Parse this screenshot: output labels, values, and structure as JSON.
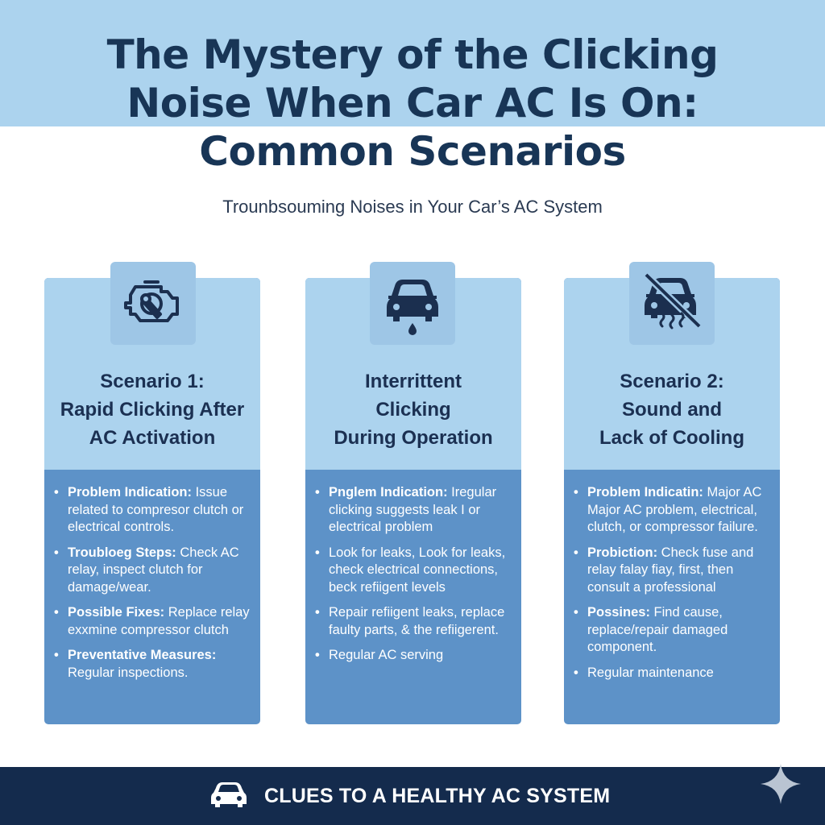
{
  "header": {
    "title_line1": "The Mystery of the Clicking",
    "title_line2": "Noise When Car AC Is On:",
    "title_line3": "Common Scenarios",
    "subtitle": "Trounbsouming Noises in Your Car’s AC System"
  },
  "cards": [
    {
      "icon": "engine-wrench-icon",
      "heading_lines": [
        "Scenario 1:",
        "Rapid Clicking After",
        "AC Activation"
      ],
      "bullets": [
        {
          "label": "Problem Indication:",
          "text": " Issue related to compresor clutch or electrical controls."
        },
        {
          "label": "Troubloeg Steps:",
          "text": " Check AC relay, inspect clutch for damage/wear."
        },
        {
          "label": "Possible Fixes:",
          "text": "  Replace relay exxmine compressor clutch"
        },
        {
          "label": "Preventative Measures:",
          "text": " Regular inspections."
        }
      ]
    },
    {
      "icon": "car-leak-icon",
      "heading_lines": [
        "Interrittent",
        "Clicking",
        "During Operation"
      ],
      "bullets": [
        {
          "label": "Pnglem Indication:",
          "text": " Iregular clicking suggests leak I or electrical problem"
        },
        {
          "label": "",
          "text": "Look for leaks, Look for leaks, check electrical connections, beck refiigent levels"
        },
        {
          "label": "",
          "text": "Repair refiigent leaks, replace faulty parts, & the refiigerent."
        },
        {
          "label": "",
          "text": "Regular AC serving"
        }
      ]
    },
    {
      "icon": "car-no-cooling-icon",
      "heading_lines": [
        "Scenario 2:",
        "Sound and",
        "Lack of Cooling"
      ],
      "bullets": [
        {
          "label": "Problem Indicatin:",
          "text": " Major AC  Major AC problem, electrical, clutch, or compressor failure."
        },
        {
          "label": "Probiction:",
          "text": " Check fuse and relay falay fiay, first, then consult a professional"
        },
        {
          "label": "Possines:",
          "text": " Find cause, replace/repair damaged component."
        },
        {
          "label": "",
          "text": "Regular maintenance"
        }
      ]
    }
  ],
  "footer": {
    "text": "CLUES TO A HEALTHY AC SYSTEM",
    "icon": "car-icon"
  },
  "colors": {
    "band": "#acd3ee",
    "card_bottom": "#5d92c8",
    "navy": "#142b4d",
    "title": "#183556"
  }
}
